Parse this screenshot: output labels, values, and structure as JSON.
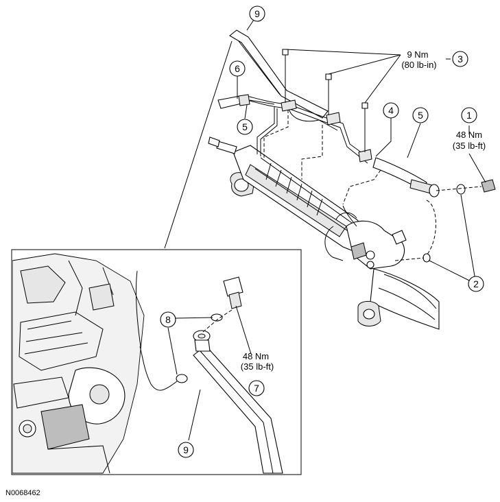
{
  "callouts": {
    "c1": {
      "number": "1",
      "torque_nm": "48 Nm",
      "torque_imperial": "(35 lb-ft)"
    },
    "c2": {
      "number": "2"
    },
    "c3": {
      "number": "3",
      "torque_nm": "9 Nm",
      "torque_imperial": "(80 lb-in)"
    },
    "c4": {
      "number": "4"
    },
    "c5a": {
      "number": "5"
    },
    "c5b": {
      "number": "5"
    },
    "c6": {
      "number": "6"
    },
    "c7": {
      "number": "7",
      "torque_nm": "48 Nm",
      "torque_imperial": "(35 lb-ft)"
    },
    "c8": {
      "number": "8"
    },
    "c9a": {
      "number": "9"
    },
    "c9b": {
      "number": "9"
    }
  },
  "figure_id": "N0068462"
}
